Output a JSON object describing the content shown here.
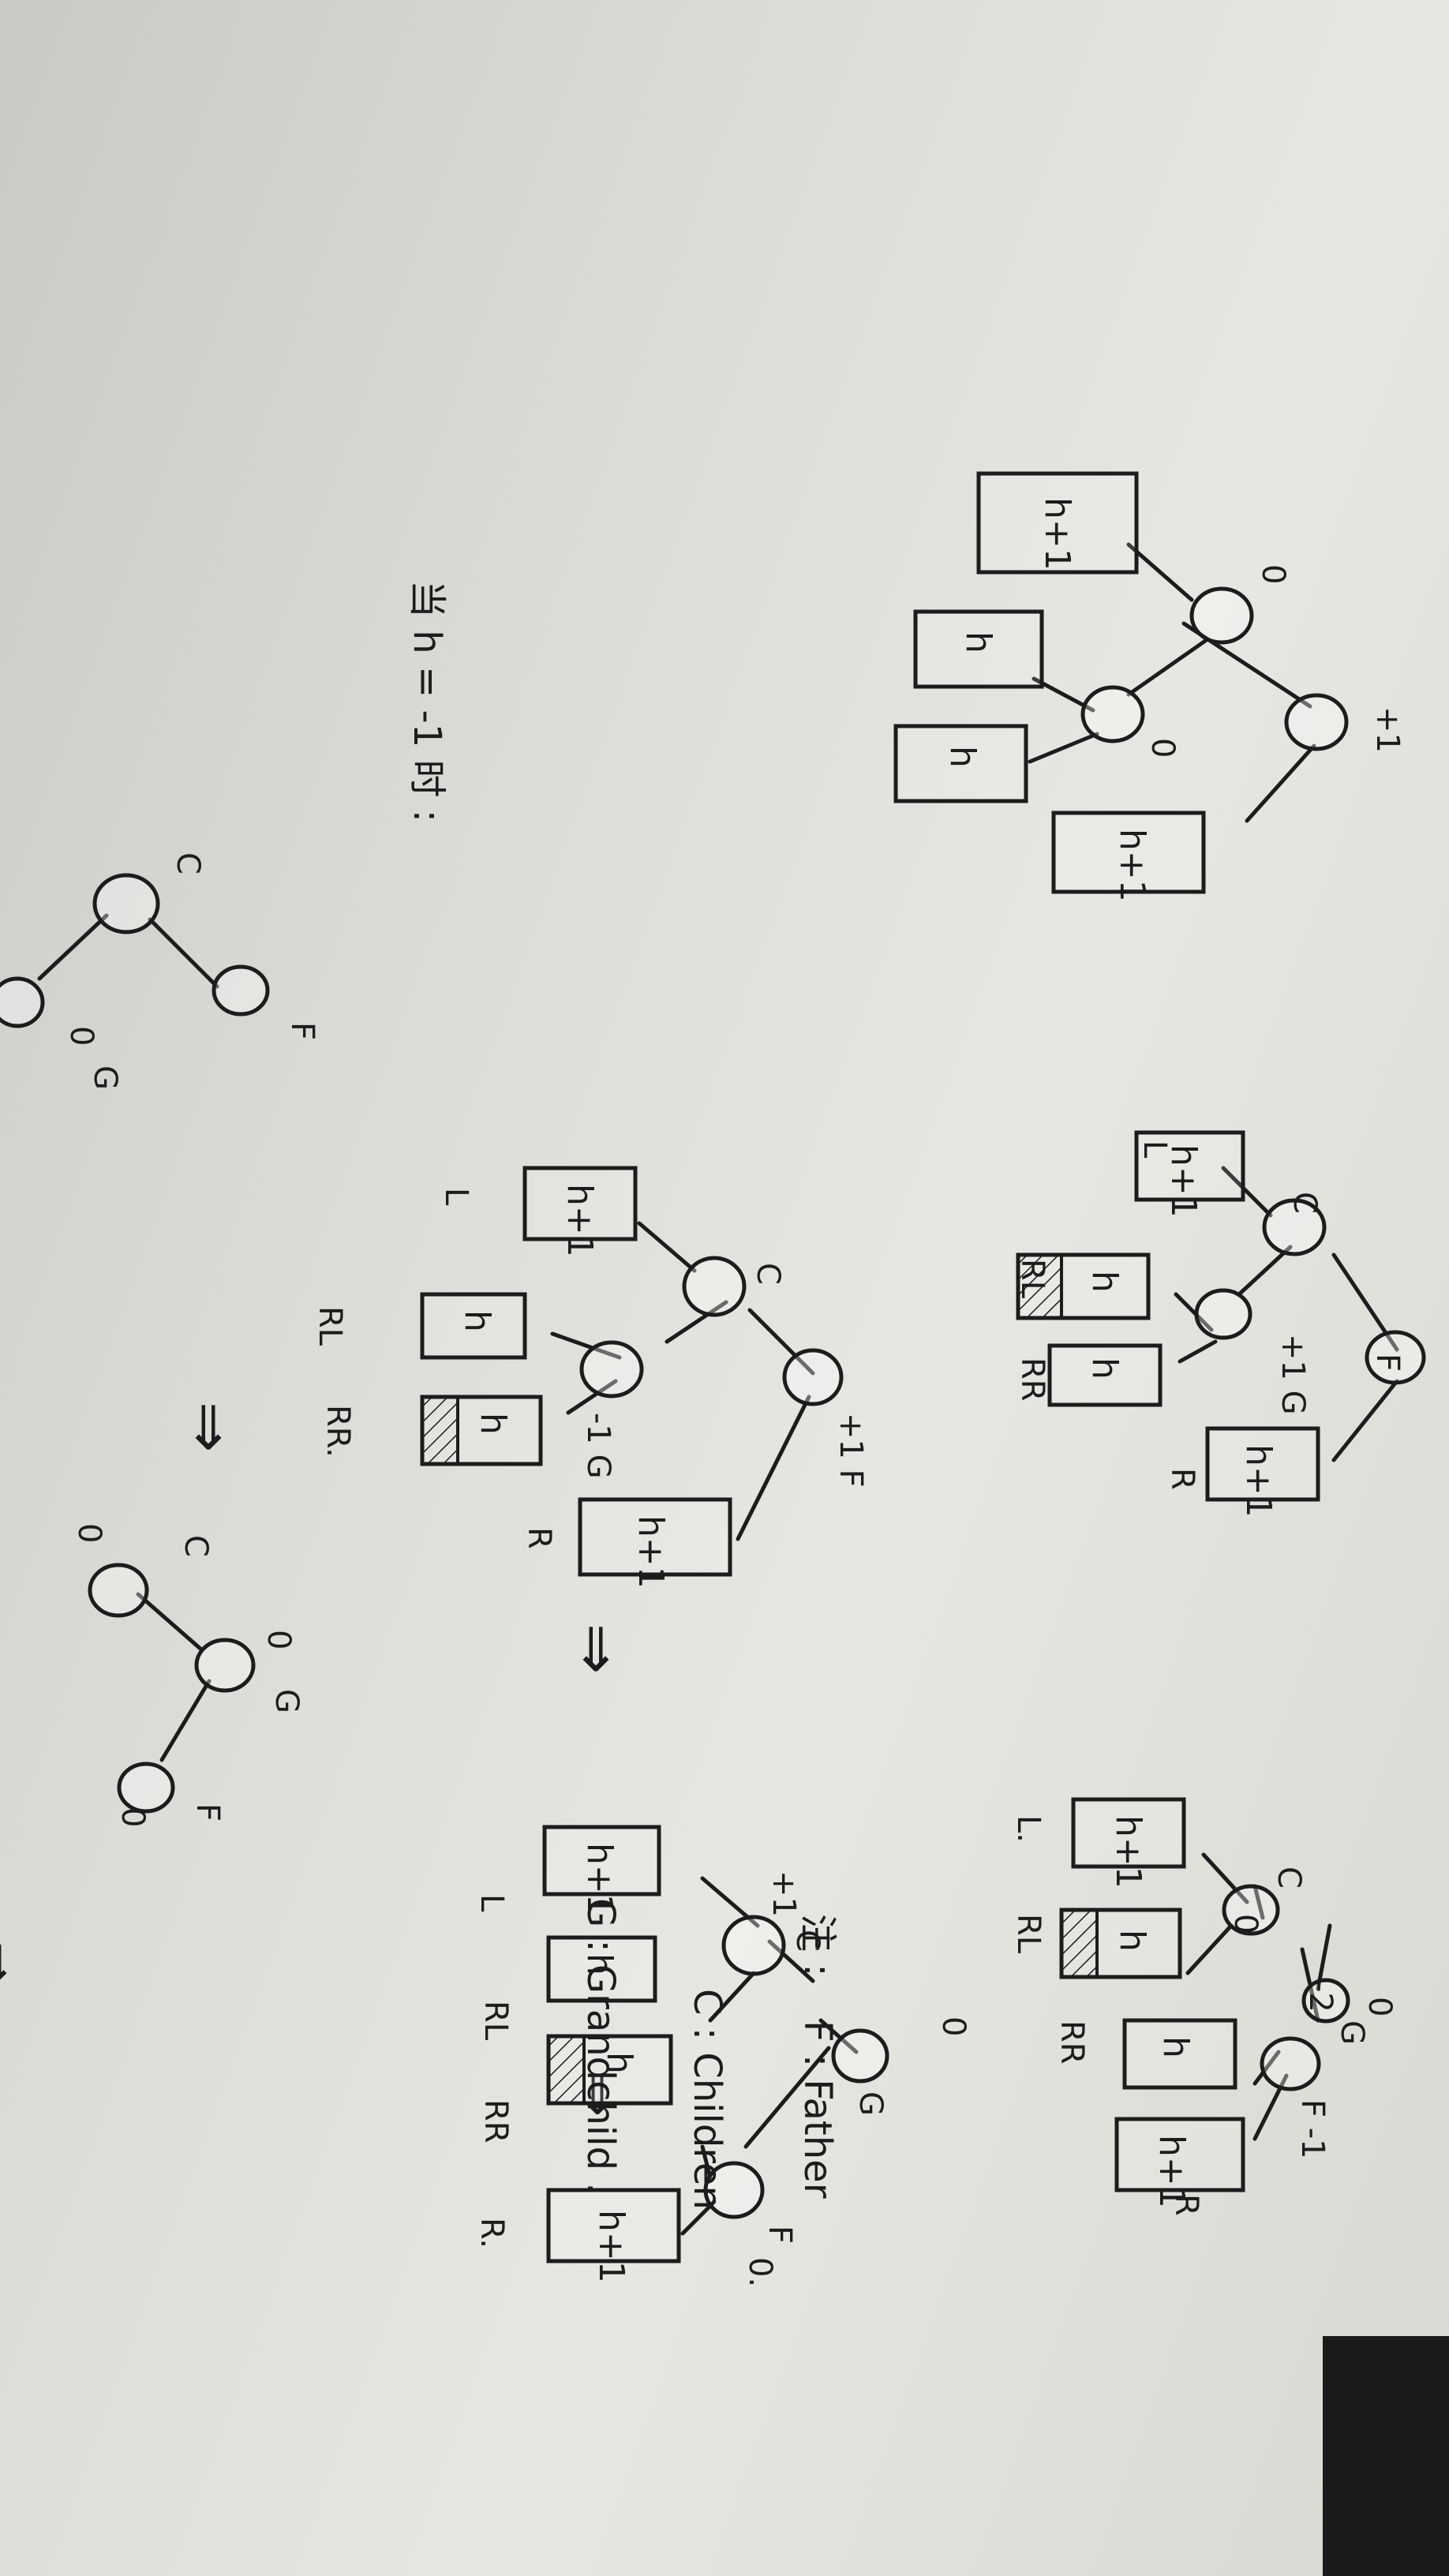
{
  "diagram": {
    "step1": {
      "root_balance": "+1",
      "child_balance": "0",
      "grandchild_balance": "0",
      "boxes": [
        "h+1",
        "h",
        "h",
        "h+1"
      ]
    },
    "step2": {
      "father": "F",
      "child": "C",
      "grandchild": "+1 G",
      "boxes": [
        "h+1",
        "h",
        "h",
        "h+1"
      ],
      "subtree_labels": [
        "L",
        "RL",
        "RR",
        "R"
      ]
    },
    "step3": {
      "father": "F -1",
      "child": "C",
      "child_balance": "0",
      "grandchild": "G",
      "grandchild_marker": "-2",
      "top_balance": "0",
      "boxes": [
        "h+1",
        "h",
        "h",
        "h+1"
      ],
      "subtree_labels": [
        "L.",
        "RL",
        "RR",
        "R"
      ]
    },
    "step4": {
      "father": "+1 F",
      "child": "C",
      "grandchild": "-1 G",
      "boxes": [
        "h+1",
        "h",
        "h",
        "h+1"
      ],
      "subtree_labels": [
        "L",
        "RL",
        "RR.",
        "R"
      ]
    },
    "step5": {
      "grandchild": "G",
      "grandchild_balance": "0",
      "child": "C",
      "child_balance": "+1",
      "father": "F",
      "father_balance": "0.",
      "boxes": [
        "h+1",
        "h",
        "h",
        "h+1"
      ],
      "subtree_labels": [
        "L",
        "RL",
        "RR",
        "R."
      ]
    },
    "special": {
      "caption": "当 h = -1 时 :",
      "before": {
        "c": "C",
        "f": "F",
        "g": "G",
        "g_balance": "0"
      },
      "after": {
        "c": "C",
        "c_balance": "0",
        "g": "G",
        "g_balance": "0",
        "f": "F",
        "f_balance": "0"
      }
    },
    "arrows": [
      "⇒",
      "⇒",
      "⇒",
      "⇒",
      "⇒"
    ],
    "legend": {
      "title": "注 :",
      "items": [
        "F : Father",
        "C : Children",
        "G : Grandchild ."
      ]
    }
  }
}
